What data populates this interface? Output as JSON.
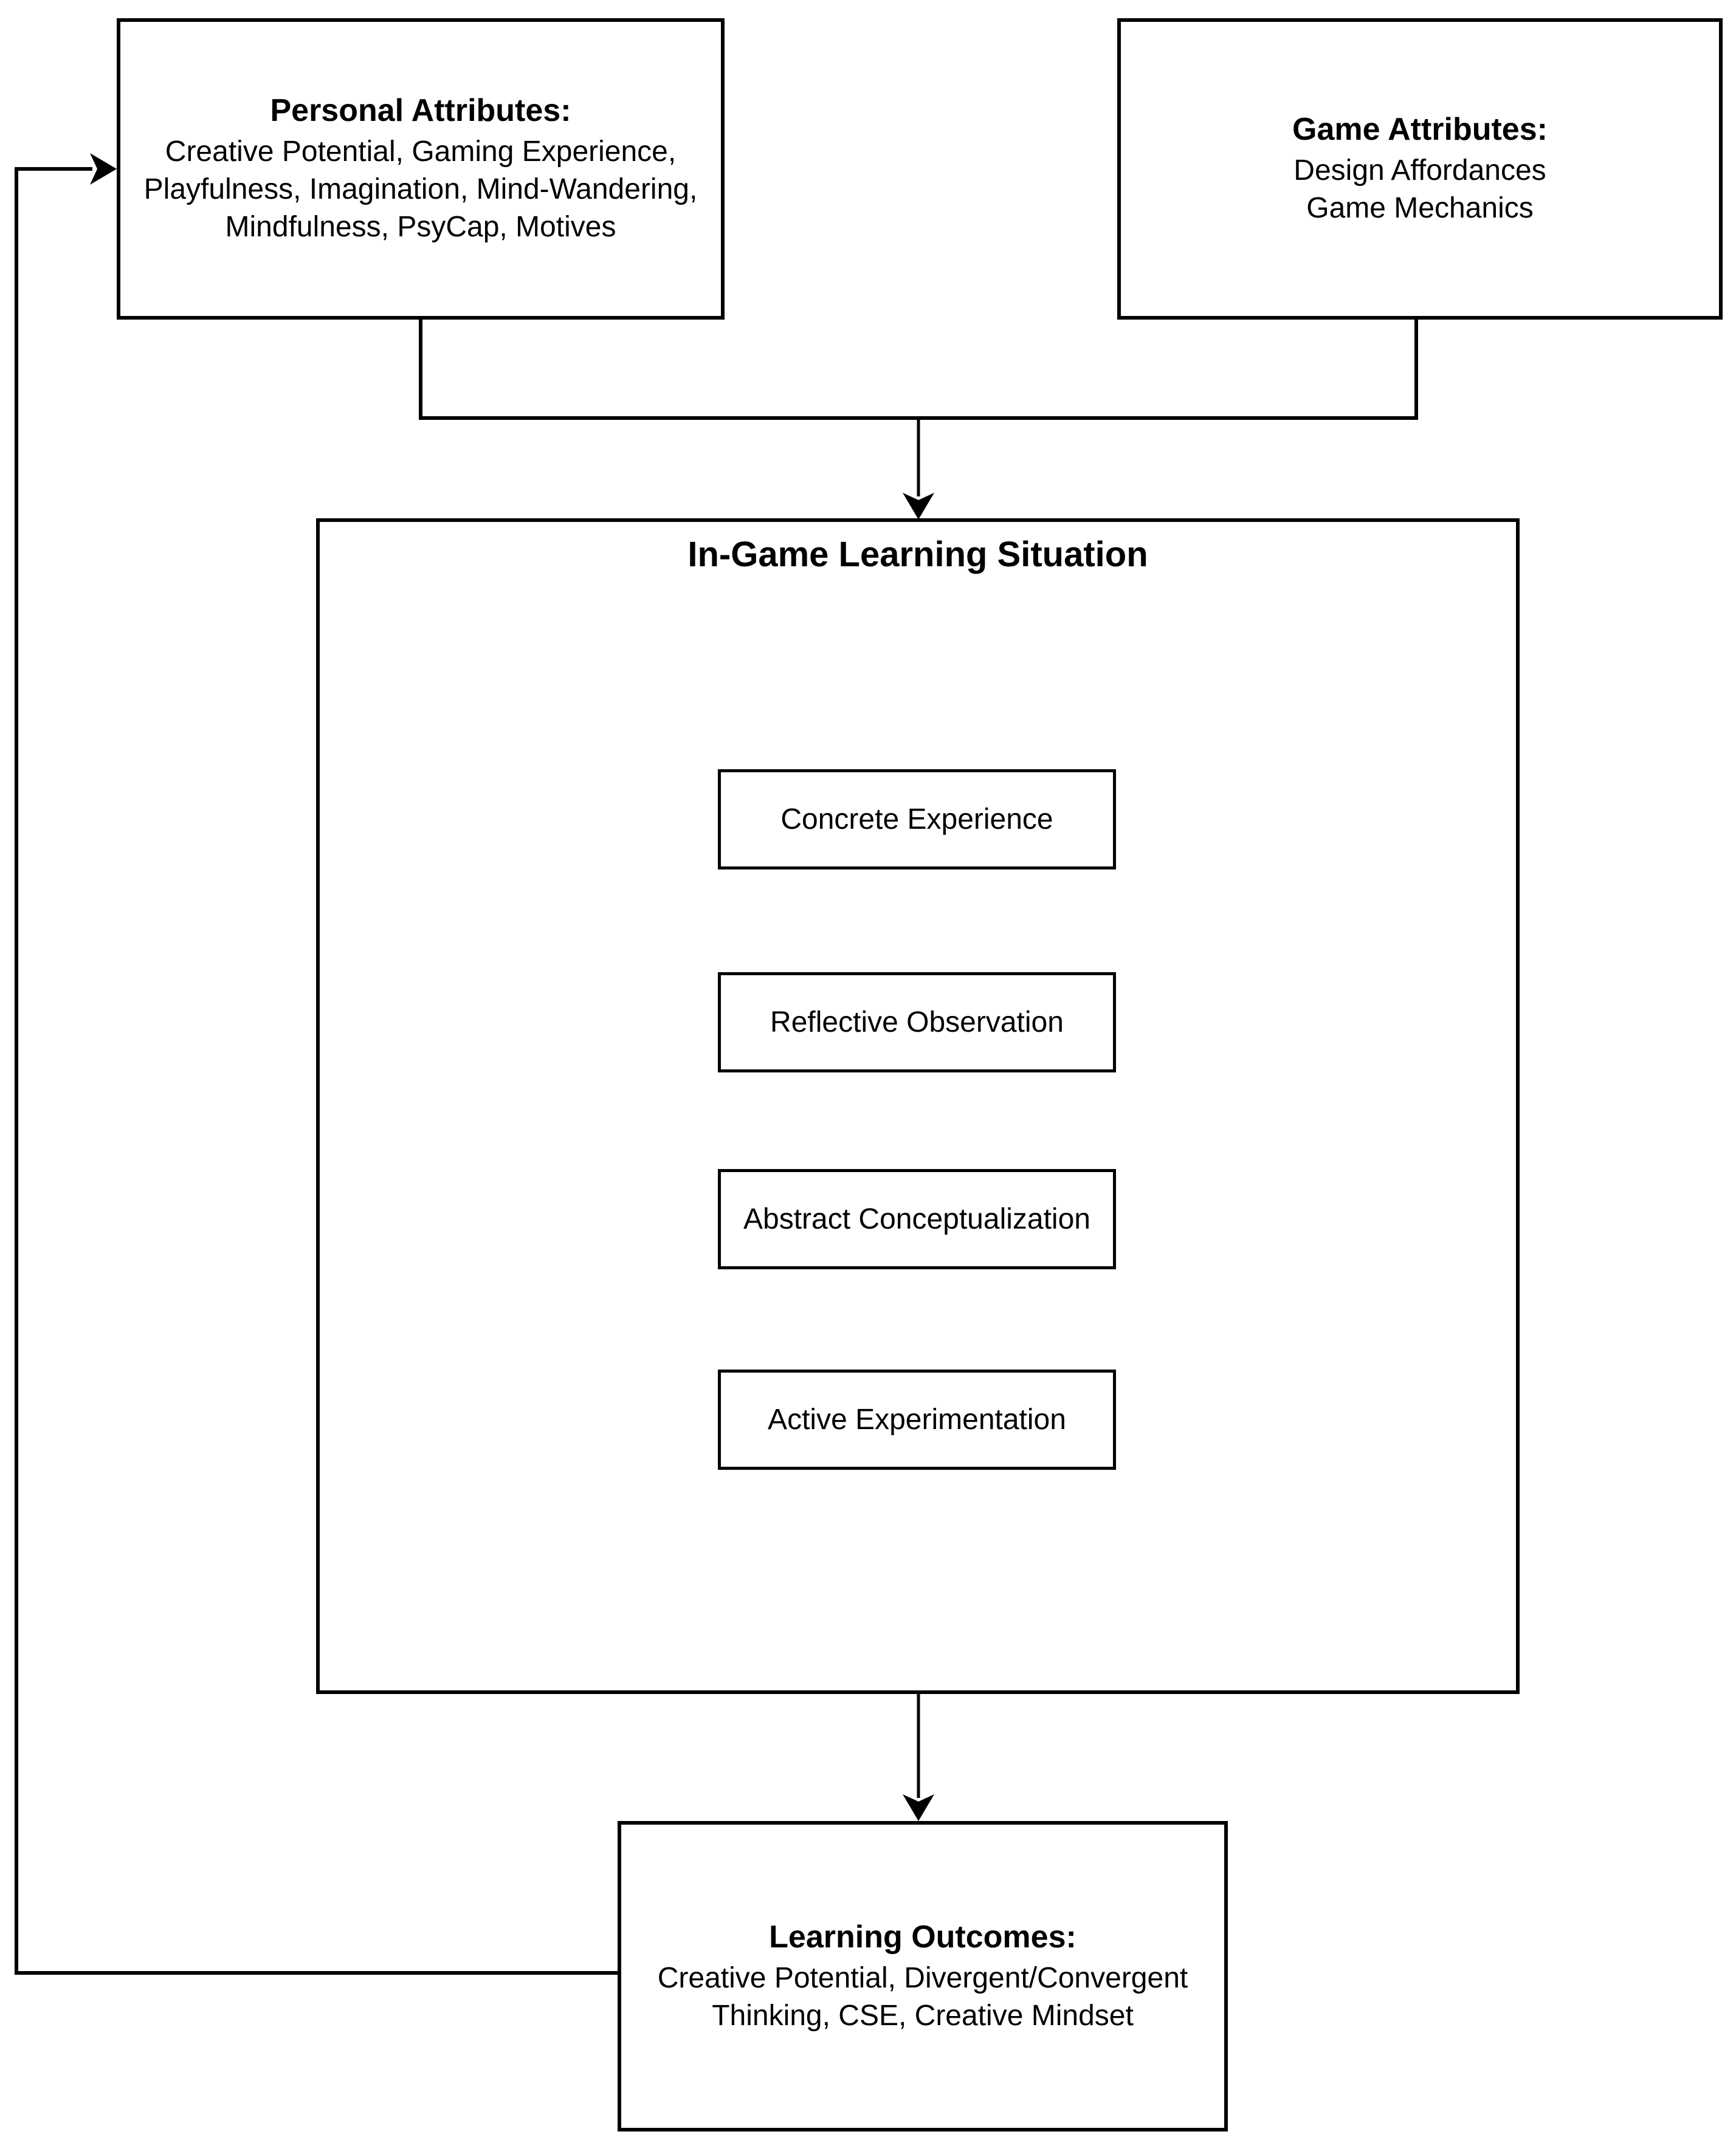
{
  "colors": {
    "background": "#ffffff",
    "line": "#000000",
    "box_border": "#000000",
    "text": "#000000"
  },
  "personal_box": {
    "title": "Personal Attributes:",
    "body": "Creative Potential, Gaming Experience,\nPlayfulness, Imagination, Mind-Wandering,\nMindfulness, PsyCap, Motives"
  },
  "game_box": {
    "title": "Game Attributes:",
    "body": "Design Affordances\nGame Mechanics"
  },
  "ingame_box": {
    "title": "In-Game Learning Situation"
  },
  "cycle_boxes": [
    {
      "label": "Concrete Experience"
    },
    {
      "label": "Reflective Observation"
    },
    {
      "label": "Abstract Conceptualization"
    },
    {
      "label": "Active Experimentation"
    }
  ],
  "outcomes_box": {
    "title": "Learning Outcomes:",
    "body": "Creative Potential, Divergent/Convergent\nThinking, CSE, Creative Mindset"
  }
}
